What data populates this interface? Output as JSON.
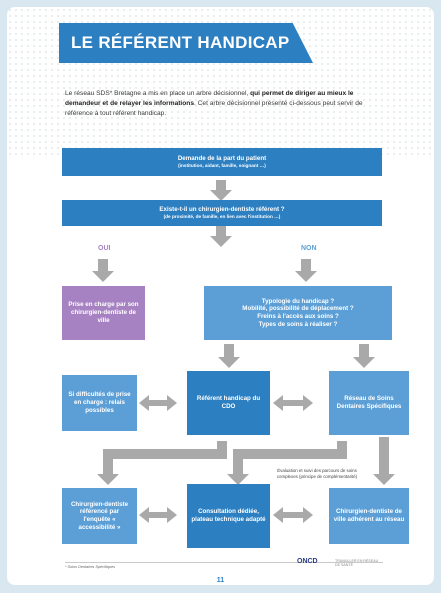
{
  "header": {
    "title": "LE RÉFÉRENT HANDICAP"
  },
  "intro": {
    "part1": "Le réseau SDS* Bretagne a mis en place un arbre décisionnel, ",
    "bold": "qui permet de diriger au mieux le demandeur et de relayer les informations",
    "part2": ". Cet arbre décisionnel présenté ci-dessous peut servir de référence à tout référent handicap."
  },
  "flow": {
    "demande": {
      "main": "Demande de la part du patient",
      "sub": "(institution, aidant, famille, soignant …)"
    },
    "existe": {
      "main": "Existe-t-il un chirurgien-dentiste référent ?",
      "sub": "(de proximité, de famille, en lien avec l'institution …)"
    },
    "oui": "OUI",
    "non": "NON",
    "prise_en_charge": "Prise en charge par son chirurgien-dentiste de ville",
    "typologie": [
      "Typologie du handicap ?",
      "Mobilité, possibilité de déplacement ?",
      "Freins à l'accès aux soins ?",
      "Types de soins à réaliser ?"
    ],
    "difficultes": "Si difficultés de prise en charge : relais possibles",
    "referent_cdo": "Référent handicap du CDO",
    "reseau_sds": "Réseau de Soins Dentaires Spécifiques",
    "evaluation_note": "Évaluation et suivi des parcours de soins complexes (principe de complémentarité)",
    "chirurgien_reference": "Chirurgien-dentiste référencé par l'enquête « accessibilité »",
    "consultation": "Consultation dédiée, plateau technique adapté",
    "chirurgien_adherent": "Chirurgien-dentiste de ville adhérent au réseau"
  },
  "footer": {
    "footnote": "* Soins Dentaires Spécifiques",
    "logo": "ONCD",
    "logo_secondary": "TRAVAILLER EN RÉSEAU DE SANTÉ",
    "page_number": "11"
  },
  "colors": {
    "dark_blue": "#2c7fc1",
    "mid_blue": "#5b9fd6",
    "purple": "#a782c3",
    "arrow_grey": "#a9a9a9"
  }
}
